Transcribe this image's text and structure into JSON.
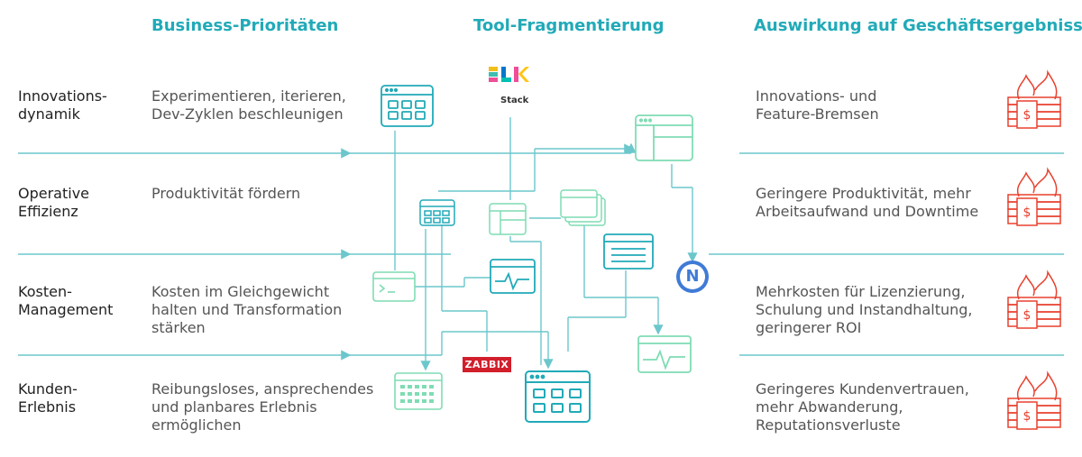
{
  "headers": {
    "priorities": "Business-Prioritäten",
    "fragmentation": "Tool-Fragmentierung",
    "impact": "Auswirkung auf Geschäftsergebnisse"
  },
  "rows": [
    {
      "label": "Innovations-\ndynamik",
      "priority": "Experimentieren, iterieren,\nDev-Zyklen beschleunigen",
      "impact": "Innovations- und\nFeature-Bremsen"
    },
    {
      "label": "Operative\nEffizienz",
      "priority": "Produktivität fördern",
      "impact": "Geringere Produktivität, mehr\nArbeitsaufwand und Downtime"
    },
    {
      "label": "Kosten-\nManagement",
      "priority": "Kosten im Gleichgewicht\nhalten und Transformation\nstärken",
      "impact": "Mehrkosten für Lizenzierung,\nSchulung und Instandhaltung,\ngeringerer ROI"
    },
    {
      "label": "Kunden-\nErlebnis",
      "priority": "Reibungsloses, ansprechendes\nund planbares Erlebnis\nermöglichen",
      "impact": "Geringeres Kundenvertrauen,\nmehr Abwanderung,\nReputationsverluste"
    }
  ],
  "tools": {
    "elk_logo": "ELK",
    "elk_caption": "Stack",
    "zabbix": "ZABBIX",
    "nagios_logo": "N"
  },
  "colors": {
    "teal": "#21aab8",
    "line": "#6cc7cc",
    "icon_green": "#7fdcb4",
    "fire_red": "#e8412e"
  },
  "icons": [
    "browser-grid-icon",
    "terminal-icon",
    "monitor-pulse-icon",
    "window-stack-icon",
    "list-window-icon",
    "calendar-grid-icon",
    "money-fire-icon"
  ]
}
